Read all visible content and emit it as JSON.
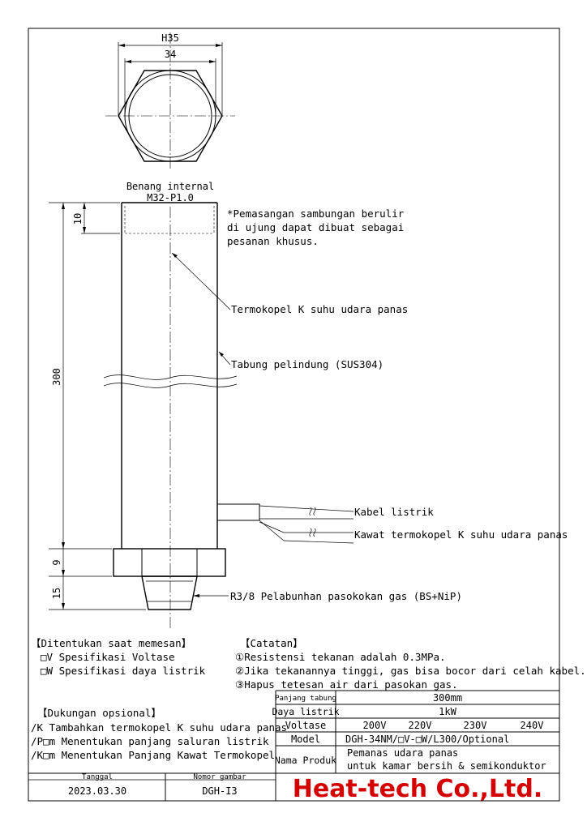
{
  "dimensions": {
    "hex_across_corners": "H35",
    "hex_across_flats": "34",
    "top_thread_depth": "10",
    "tube_length": "300",
    "hex_height": "9",
    "fitting_height": "15"
  },
  "labels": {
    "internal_thread_1": "Benang internal",
    "internal_thread_2": "M32-P1.0",
    "note_1": "*Pemasangan sambungan berulir",
    "note_2": " di ujung dapat dibuat sebagai",
    "note_3": " pesanan khusus.",
    "thermocouple": "Termokopel K suhu udara panas",
    "protective_tube": "Tabung pelindung (SUS304)",
    "power_cable": "Kabel listrik",
    "thermocouple_wire": "Kawat termokopel K suhu udara panas",
    "gas_port": "R3/8 Pelabunhan pasokokan gas (BS+NiP)"
  },
  "order_spec": {
    "title": "【Ditentukan saat memesan】",
    "items": [
      "□V Spesifikasi Voltase",
      "□W Spesifikasi daya listrik"
    ]
  },
  "notes": {
    "title": "【Catatan】",
    "items": [
      "①Resistensi tekanan adalah 0.3MPa.",
      "②Jika tekanannya tinggi, gas bisa bocor dari celah kabel.",
      "③Hapus tetesan air dari pasokan gas."
    ]
  },
  "options": {
    "title": "【Dukungan opsional】",
    "items": [
      "/K Tambahkan termokopel K suhu udara panas",
      "/P□m Menentukan panjang saluran listrik",
      "/K□m Menentukan Panjang Kawat Termokopel"
    ]
  },
  "title_block": {
    "tube_length_label": "Panjang tabung",
    "tube_length_value": "300mm",
    "power_label": "Daya listrik",
    "power_value": "1kW",
    "voltage_label": "Voltase",
    "voltages": [
      "200V",
      "220V",
      "230V",
      "240V"
    ],
    "model_label": "Model",
    "model_value": "DGH-34NM/□V-□W/L300/Optional",
    "product_label": "Nama Produk",
    "product_line1": "Pemanas udara panas",
    "product_line2": "untuk kamar bersih & semikonduktor",
    "date_label": "Tanggal",
    "date_value": "2023.03.30",
    "drawing_no_label": "Nomor gambar",
    "drawing_no_value": "DGH-I3",
    "company": "Heat-tech Co.,Ltd."
  },
  "colors": {
    "brand": "#d40000",
    "line": "#000000"
  }
}
